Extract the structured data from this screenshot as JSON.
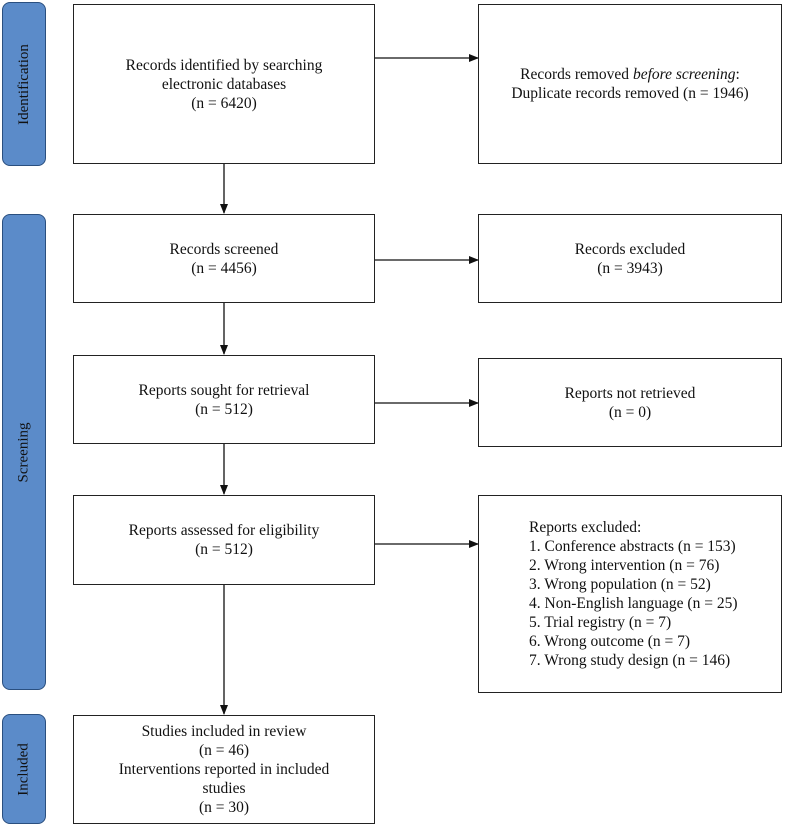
{
  "phases": {
    "identification": "Identification",
    "screening": "Screening",
    "included": "Included"
  },
  "identified": {
    "line1": "Records identified by searching",
    "line2": "electronic databases",
    "count": "(n = 6420)"
  },
  "removed": {
    "line1_prefix": "Records removed ",
    "line1_italic": "before screening",
    "line1_suffix": ":",
    "line2": "Duplicate records removed (n = 1946)"
  },
  "screened": {
    "label": "Records screened",
    "count": "(n = 4456)"
  },
  "excluded": {
    "label": "Records excluded",
    "count": "(n = 3943)"
  },
  "sought": {
    "label": "Reports sought for retrieval",
    "count": "(n = 512)"
  },
  "not_retrieved": {
    "label": "Reports not retrieved",
    "count": "(n = 0)"
  },
  "assessed": {
    "label": "Reports assessed for eligibility",
    "count": "(n = 512)"
  },
  "reports_excluded": {
    "title": "Reports excluded:",
    "items": [
      "1. Conference abstracts (n = 153)",
      "2. Wrong intervention (n = 76)",
      "3. Wrong population (n = 52)",
      "4. Non-English language (n = 25)",
      "5. Trial registry (n = 7)",
      "6. Wrong outcome (n = 7)",
      "7. Wrong study design (n = 146)"
    ]
  },
  "included_box": {
    "line1": "Studies included in review",
    "line2": "(n = 46)",
    "line3": "Interventions reported in included",
    "line4": "studies",
    "line5": "(n = 30)"
  }
}
